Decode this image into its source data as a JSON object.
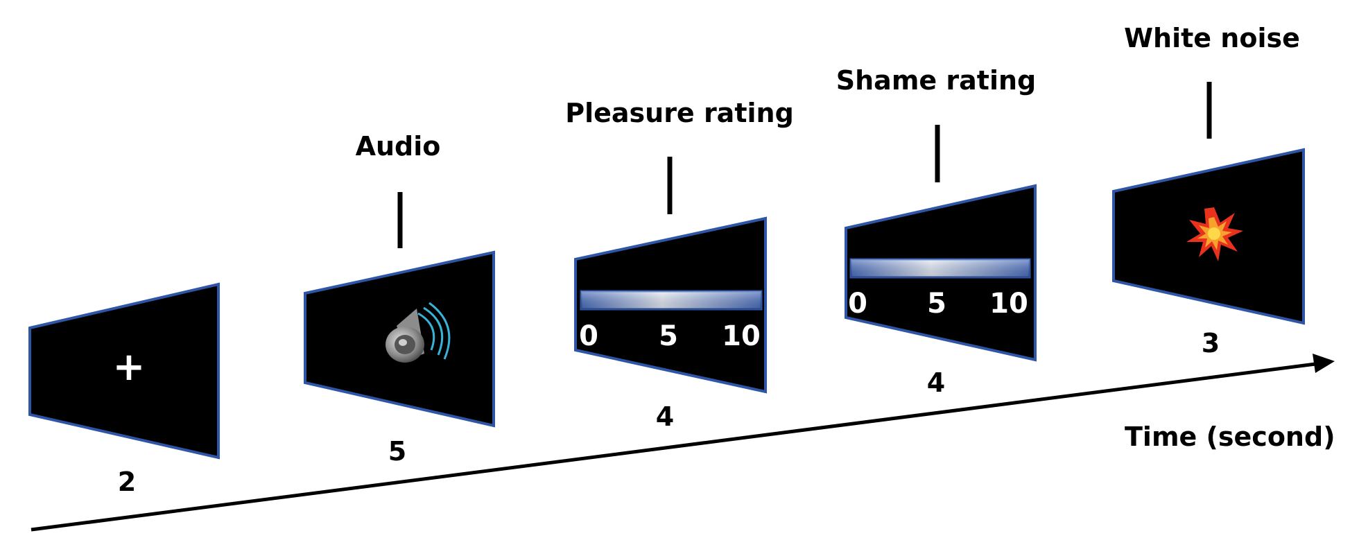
{
  "stages": [
    {
      "id": "fixation",
      "label": "",
      "content": "+",
      "duration": "2"
    },
    {
      "id": "audio",
      "label": "Audio",
      "content": "speaker-icon",
      "duration": "5"
    },
    {
      "id": "pleasure",
      "label": "Pleasure rating",
      "content": "rating-scale",
      "duration": "4",
      "scale": {
        "min": "0",
        "mid": "5",
        "max": "10"
      }
    },
    {
      "id": "shame",
      "label": "Shame rating",
      "content": "rating-scale",
      "duration": "4",
      "scale": {
        "min": "0",
        "mid": "5",
        "max": "10"
      }
    },
    {
      "id": "noise",
      "label": "White noise",
      "content": "explosion-icon",
      "duration": "3"
    }
  ],
  "axis": {
    "label": "Time (second)"
  },
  "colors": {
    "screen_fill": "#000000",
    "screen_border": "#2f56a6",
    "scale_bar": "#7fa0dc",
    "explosion_outer": "#e8321e",
    "explosion_inner": "#ffd84a"
  }
}
